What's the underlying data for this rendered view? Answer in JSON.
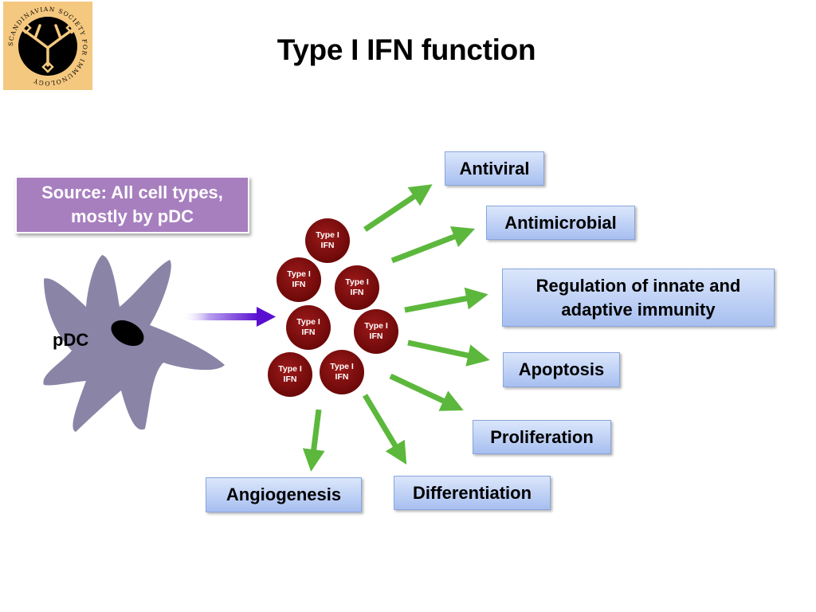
{
  "title": "Type I IFN function",
  "logo": {
    "ring_text": "SCANDINAVIAN SOCIETY FOR IMMUNOLOGY"
  },
  "source_box": {
    "line1": "Source: All cell types,",
    "line2": "mostly by pDC"
  },
  "cell_label": "pDC",
  "ifn_molecules": [
    {
      "line1": "Type I",
      "line2": "IFN"
    },
    {
      "line1": "Type I",
      "line2": "IFN"
    },
    {
      "line1": "Type I",
      "line2": "IFN"
    },
    {
      "line1": "Type I",
      "line2": "IFN"
    },
    {
      "line1": "Type I",
      "line2": "IFN"
    },
    {
      "line1": "Type I",
      "line2": "IFN"
    },
    {
      "line1": "Type I",
      "line2": "IFN"
    }
  ],
  "functions": {
    "antiviral": "Antiviral",
    "antimicrobial": "Antimicrobial",
    "regulation_line1": "Regulation of innate and",
    "regulation_line2": "adaptive immunity",
    "apoptosis": "Apoptosis",
    "proliferation": "Proliferation",
    "differentiation": "Differentiation",
    "angiogenesis": "Angiogenesis"
  },
  "colors": {
    "molecule": "#7a0c0c",
    "arrow_green": "#5cb83c",
    "arrow_purple": "#5a0fd0",
    "cell": "#8a84a6",
    "source_box": "#a77fbf",
    "logo_bg": "#f5c87f"
  }
}
